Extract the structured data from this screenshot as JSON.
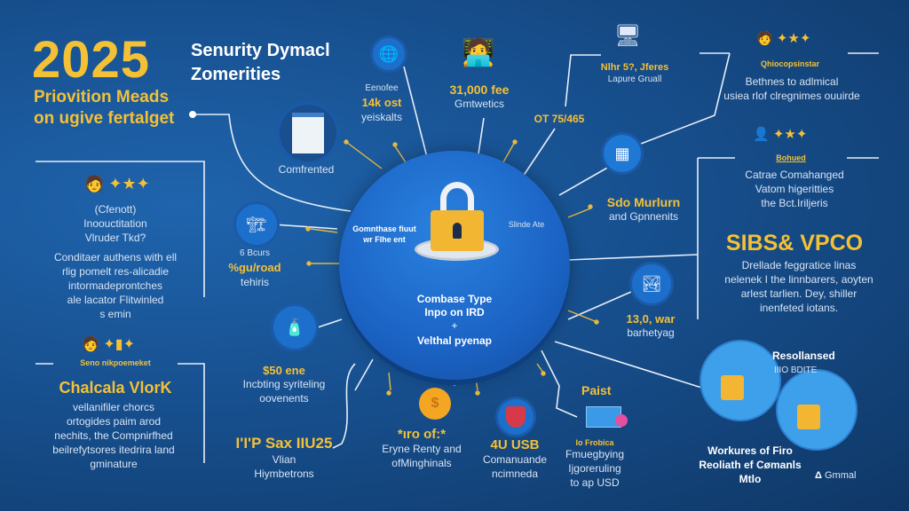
{
  "header": {
    "year": "2025",
    "title_line1": "Senurity Dymacl",
    "title_line2": "Zomerities",
    "subtitle_line1": "Priovition Meads",
    "subtitle_line2": "on ugive fertalget"
  },
  "colors": {
    "accent": "#f4c136",
    "background": "#17508f",
    "circle": "#1e6fd0"
  },
  "center": {
    "left_label_1": "Gomnthase fiuut",
    "left_label_2": "wr Flhe ent",
    "right_label": "Slinde Ate",
    "line1": "Combase Type",
    "line2": "Inpo on IRD",
    "plus": "+",
    "line3": "Velthal pyenap",
    "icon": "lock-icon"
  },
  "top_nodes": [
    {
      "label1": "Eenofee",
      "value": "14k ost",
      "label2": "yeiskalts",
      "icon": "globe-icon"
    },
    {
      "label": "Comfrented",
      "icon": "document-icon"
    },
    {
      "value": "31,000 fee",
      "label": "Gmtwetics",
      "icon": "person-icon"
    },
    {
      "value": "Nlhr 5?, Jferes",
      "label": "Lapure Gruall",
      "icon": "device-icon"
    },
    {
      "value": "OT 75/465"
    }
  ],
  "left_panel": {
    "heading1": "(Cfenott)",
    "heading2": "Inoouctitation",
    "heading3": "Vlruder Tkd?",
    "body": [
      "Conditaer authens with ell",
      "rlig pomelt res-alicadie",
      "intormadeprontches",
      "ale lacator Flitwinled",
      "s emin"
    ]
  },
  "left_bottom_panel": {
    "tag": "Seno nikpoemeket",
    "title": "Chalcala VlorK",
    "body": [
      "vellanifiler chorcs",
      "ortogides paim arod",
      "nechits, the Compnirfhed",
      "beilrefytsores itedrira land",
      "gminature"
    ]
  },
  "left_nodes": [
    {
      "label1": "6 Bcurs",
      "value": "%gu/road",
      "label2": "tehiris"
    },
    {
      "value": "$50 ene",
      "label1": "Incbting syriteling",
      "label2": "oovenents"
    },
    {
      "value": "I'I'P Sax IIU25",
      "label1": "Vlian",
      "label2": "Hiymbetrons"
    }
  ],
  "bottom_nodes": [
    {
      "value": "*ıro of:*",
      "label1": "Eryne Renty and",
      "label2": "ofMinghinals",
      "icon": "coin-icon"
    },
    {
      "value": "4U USB",
      "label1": "Comanuande",
      "label2": "ncimneda",
      "icon": "shield-icon"
    },
    {
      "title": "Paist",
      "value": "lo Frobica",
      "label1": "Fmuegbying",
      "label2": "Ijgoreruling",
      "label3": "to ap USD",
      "icon": "chart-icon"
    }
  ],
  "right_nodes": [
    {
      "value": "Sdo Murlurn",
      "label": "and Gpnnenits"
    },
    {
      "value": "13,0, war",
      "label": "barhetyag",
      "icon": "landscape-icon"
    }
  ],
  "right_panel": {
    "block1": {
      "tag": "Qhiocopsinstar",
      "line1": "Bethnes to adlmical",
      "line2": "usiea rlof clregnimes ouuirde"
    },
    "block2": {
      "tag": "Bohued",
      "line1": "Catrae Comahanged",
      "line2": "Vatom higeritties",
      "line3": "the Bct.Iriljeris"
    },
    "title": "SIBS& VPCO",
    "body": [
      "Drellade feggratice linas",
      "nelenek I the linnbarers, aoyten",
      "arlest tarlien. Dey, shiller",
      "inenfeted iotans."
    ]
  },
  "bottom_right": {
    "title": "Resollansed",
    "subtitle": "IIIO BDITE",
    "caption1": "Workures of Firo",
    "caption2": "Reoliath ef Cømanls",
    "caption3": "Mtlo",
    "brand": "Gmmal"
  }
}
